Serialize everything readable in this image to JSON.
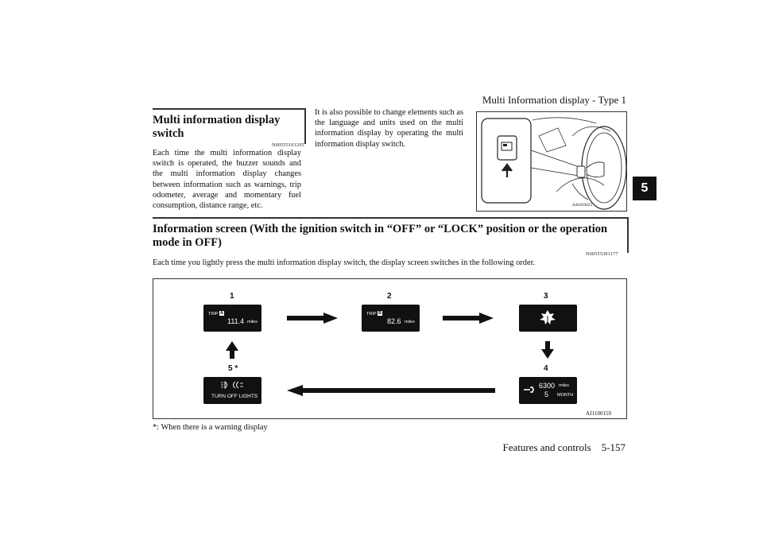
{
  "header": {
    "title": "Multi Information display - Type 1"
  },
  "section_tab": "5",
  "left_column": {
    "heading": "Multi information display switch",
    "code": "N00555101205",
    "paragraph": "Each time the multi information display switch is operated, the buzzer sounds and the multi information display changes between information such as warnings, trip odometer, average and momentary fuel consumption, distance range, etc."
  },
  "middle_column": {
    "paragraph": "It is also possible to change elements such as the language and units used on the multi information display by operating the multi information display switch."
  },
  "illustration": {
    "code": "AA0103023"
  },
  "section2": {
    "heading": "Information screen (With the ignition switch in “OFF” or “LOCK” position or the operation mode in OFF)",
    "code": "N00555301177",
    "paragraph": "Each time you lightly press the multi information display switch, the display screen switches in the following order."
  },
  "diagram": {
    "code": "AJ1100159",
    "items": [
      {
        "label": "1",
        "trip": "TRIP",
        "trip_badge": "A",
        "value": "111.4",
        "unit": "miles"
      },
      {
        "label": "2",
        "trip": "TRIP",
        "trip_badge": "B",
        "value": "82.6",
        "unit": "miles"
      },
      {
        "label": "3"
      },
      {
        "label": "4",
        "value1": "6300",
        "unit1": "miles",
        "value2": "5",
        "unit2": "MONTH"
      },
      {
        "label": "5 *",
        "text": "TURN OFF LIGHTS"
      }
    ]
  },
  "note": "*: When there is a warning display",
  "footer": {
    "text": "Features and controls    5-157"
  }
}
